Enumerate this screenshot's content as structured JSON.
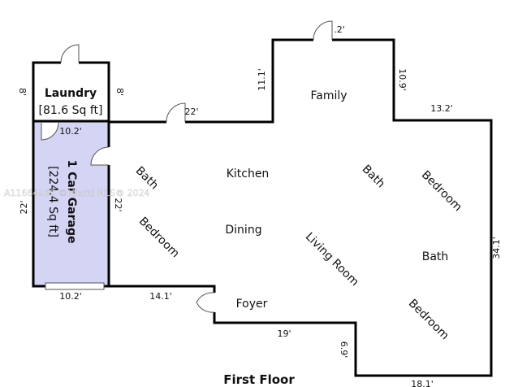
{
  "plan": {
    "title": "First Floor",
    "colors": {
      "garage_fill": "#d4d4f4",
      "wall": "#000000"
    },
    "rooms": {
      "laundry": {
        "name": "Laundry",
        "area": "[81.6 Sq ft]"
      },
      "garage": {
        "name": "1 Car Garage",
        "area": "[224.4 Sq ft]"
      },
      "family": "Family",
      "kitchen": "Kitchen",
      "dining": "Dining",
      "living": "Living Room",
      "foyer": "Foyer",
      "bath1": "Bath",
      "bath2": "Bath",
      "bath3": "Bath",
      "bedroom1": "Bedroom",
      "bedroom2": "Bedroom",
      "bedroom3": "Bedroom"
    },
    "dimensions": {
      "laundry_left": "8'",
      "laundry_right": "8'",
      "garage_top": "10.2'",
      "garage_left": "22'",
      "garage_right": "22'",
      "garage_bottom": "10.2'",
      "kitchen_top": "22'",
      "family_left": "11.1'",
      "family_top": ".2'",
      "family_right": "10.9'",
      "right_top": "13.2'",
      "right_side": "34.1'",
      "bottom_left": "14.1'",
      "foyer_bottom": "19'",
      "step": "6.9'",
      "bottom_right": "18.1'"
    },
    "watermark": "A11664969 ©Miami MLS® 2024"
  }
}
